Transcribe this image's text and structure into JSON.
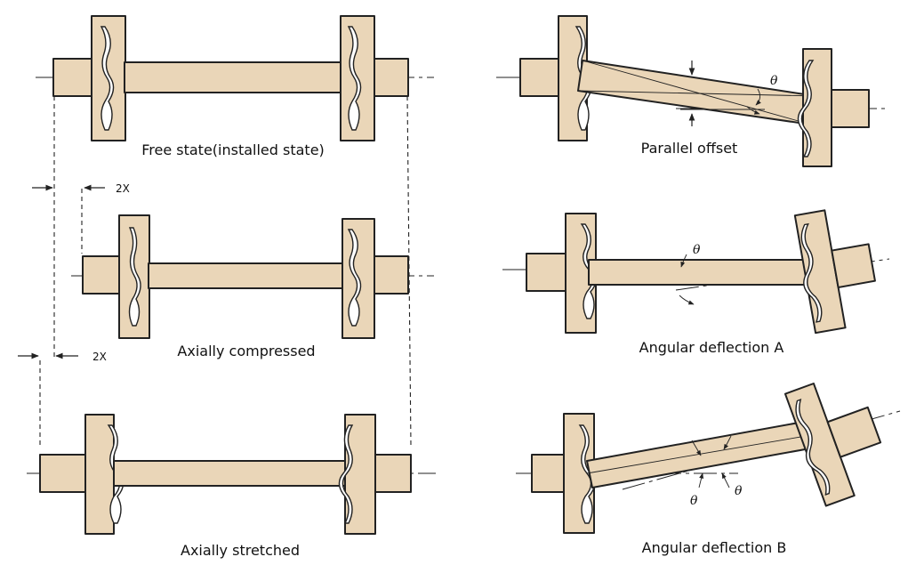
{
  "captions": {
    "free_state": "Free state(installed state)",
    "axially_compressed": "Axially compressed",
    "axially_stretched": "Axially stretched",
    "parallel_offset": "Parallel offset",
    "angular_a": "Angular deflection A",
    "angular_b": "Angular deflection B"
  },
  "dimensions": {
    "compress": "2X",
    "stretch": "2X"
  },
  "symbols": {
    "theta": "θ"
  },
  "colors": {
    "part_fill": "#ead6b8",
    "outline": "#222222"
  }
}
